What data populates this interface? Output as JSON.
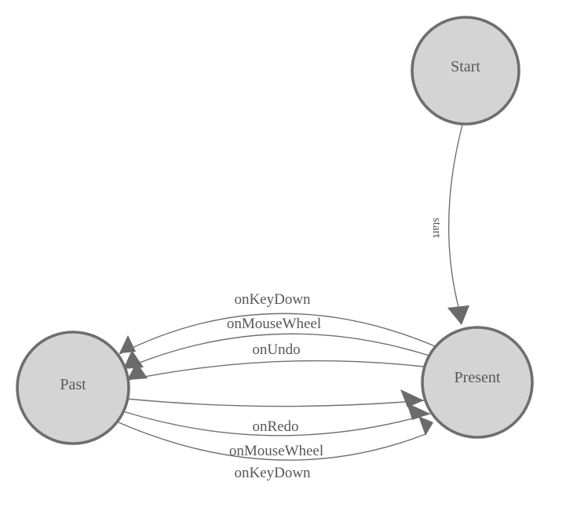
{
  "diagram": {
    "kind": "finite-state-machine",
    "nodes": [
      {
        "id": "start",
        "label": "Start"
      },
      {
        "id": "past",
        "label": "Past"
      },
      {
        "id": "present",
        "label": "Present"
      }
    ],
    "edges": [
      {
        "from": "Start",
        "to": "Present",
        "label": "start"
      },
      {
        "from": "Present",
        "to": "Past",
        "label": "onKeyDown"
      },
      {
        "from": "Present",
        "to": "Past",
        "label": "onMouseWheel"
      },
      {
        "from": "Present",
        "to": "Past",
        "label": "onUndo"
      },
      {
        "from": "Past",
        "to": "Present",
        "label": "onRedo"
      },
      {
        "from": "Past",
        "to": "Present",
        "label": "onMouseWheel"
      },
      {
        "from": "Past",
        "to": "Present",
        "label": "onKeyDown"
      }
    ],
    "colors": {
      "background": "#ffffff",
      "node_fill": "#d4d4d4",
      "node_stroke": "#6e6e6e",
      "edge_stroke": "#707070",
      "arrow_fill": "#6b6b6b",
      "label_text": "#54585b"
    }
  }
}
